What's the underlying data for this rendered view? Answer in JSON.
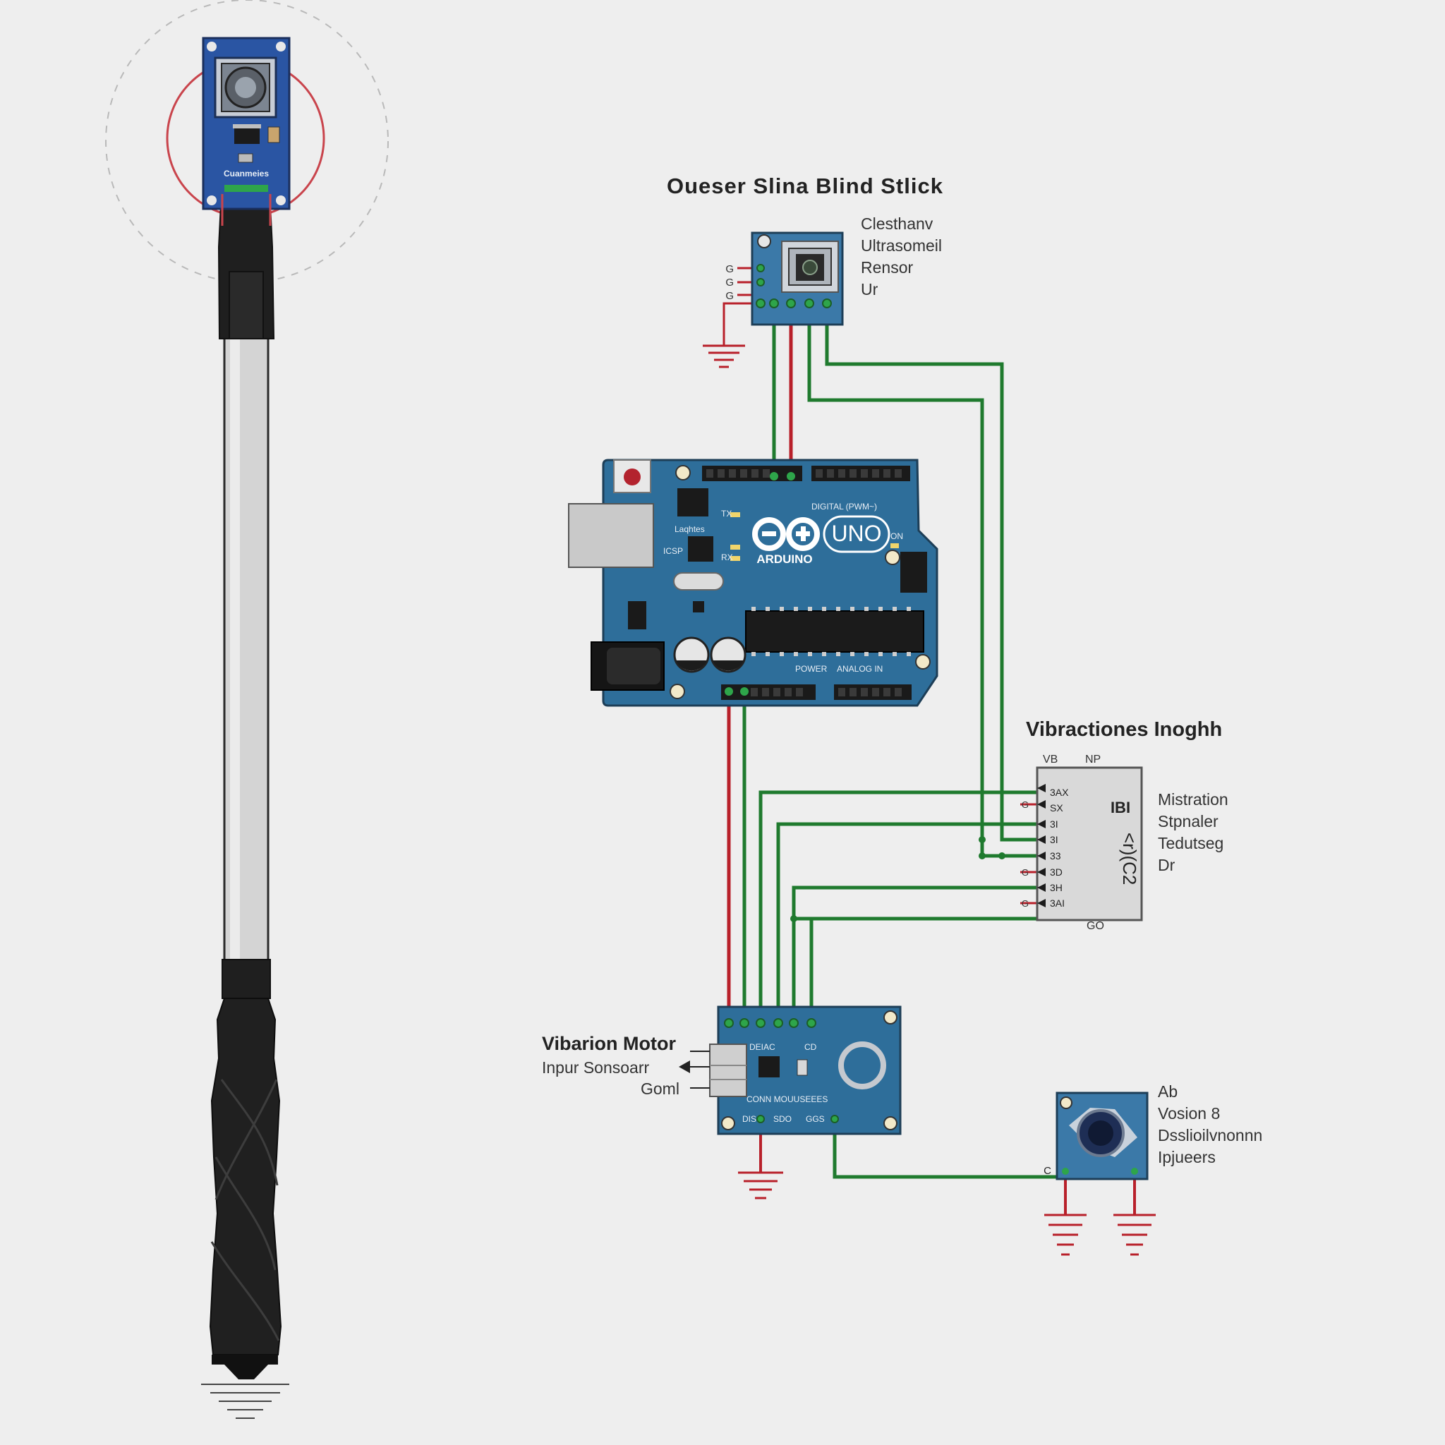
{
  "title": "Oueser Slina Blind Stlick",
  "sensor_module": {
    "label": "Clesthanv Ultrasomeil Rensor Ur",
    "lines": [
      "Clesthanv",
      "Ultrasomeil",
      "Rensor",
      "Ur"
    ],
    "side_pins": [
      "G",
      "G",
      "G"
    ]
  },
  "stick_sensor": {
    "chip_label": "Cuanmeies"
  },
  "arduino": {
    "logo_text": "ARDUINO",
    "model": "UNO",
    "small_labels": [
      "DIGITAL (PWM~)",
      "Laqhtes",
      "ON",
      "TX",
      "RX",
      "ICSP",
      "POWER",
      "ANALOG IN"
    ]
  },
  "vibration_module": {
    "heading": "Vibractiones Inoghh",
    "top_pins": [
      "VB",
      "NP"
    ],
    "bottom_pin": "GO",
    "pins": [
      "3AX",
      "SX",
      "3I",
      "3I",
      "33",
      "3D",
      "3H",
      "3AI"
    ],
    "left_marks": [
      "G",
      "G",
      "G"
    ],
    "chip_text": "IBI",
    "vertical_text": "<r)(C2",
    "side_lines": [
      "Mistration",
      "Stpnaler",
      "Tedutseg",
      "Dr"
    ]
  },
  "motor_driver": {
    "heading": "Vibarion Motor",
    "lines": [
      "Inpur Sonsoarr",
      "Goml"
    ],
    "board_labels": [
      "DEIAC",
      "CD",
      "CONN MOUUSEEES",
      "DIS",
      "SDO",
      "GGS"
    ]
  },
  "knob_module": {
    "lines": [
      "Ab",
      "Vosion 8",
      "Dsslioilvnonnn",
      "Ipjueers"
    ],
    "pin": "C"
  },
  "colors": {
    "board_blue": "#2e6e9a",
    "board_border": "#1d3e57",
    "wire_green": "#1f7a2e",
    "wire_red": "#b8202a",
    "ground_red": "#b8202a",
    "background": "#eeeeee"
  }
}
